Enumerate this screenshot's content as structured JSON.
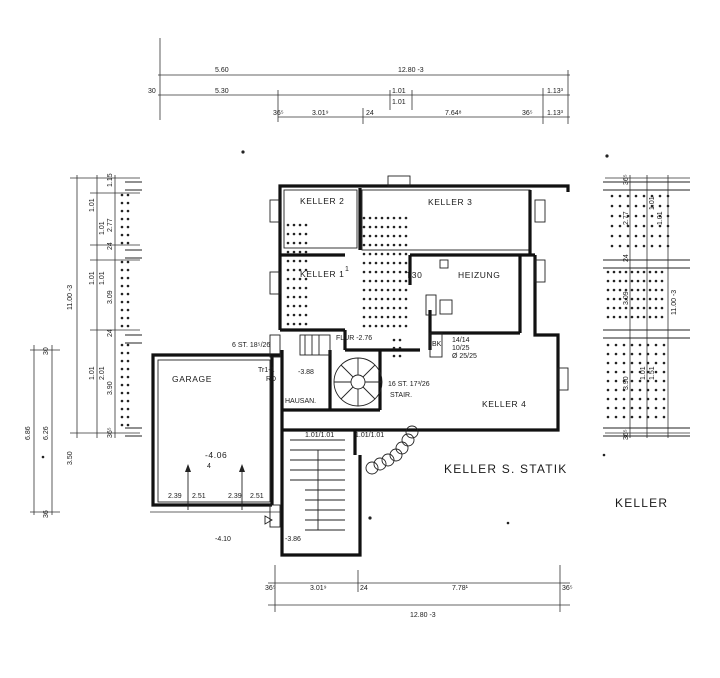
{
  "title": "KELLER S. STATIK",
  "side_label": "KELLER",
  "rooms": {
    "keller2": "KELLER 2",
    "keller3": "KELLER 3",
    "keller1": "KELLER 1",
    "heizung": "HEIZUNG",
    "keller4": "KELLER 4",
    "garage": "GARAGE",
    "flur": "FLUR -2.76",
    "hausan": "HAUSAN.",
    "t30": "T30",
    "stair_a": "6 ST. 18⁵/26",
    "stair_b": "16 ST. 17³/26",
    "stair_c": "STAIR.",
    "garage_level": "-4.06",
    "garage_level_sub": "4",
    "level_388": "-3.88",
    "level_386": "-3.86",
    "level_410": "-4.10",
    "chimney_1": "14/14",
    "chimney_2": "10/25",
    "chimney_3": "Ø 25/25",
    "bk": "BK",
    "door_1": "1.01/1.01",
    "door_2": "1.01/1.01",
    "rd": "RD",
    "mark": "Tr1-1",
    "mark2": "1"
  },
  "top_dims": {
    "r1_left": "5.60",
    "r1_right": "12.80 -3",
    "r2_30": "30",
    "r2_530": "5.30",
    "r2_101a": "1.01",
    "r2_101b": "1.01",
    "r2_113": "1.13³",
    "r3_365a": "36⁵",
    "r3_301": "3.01⁹",
    "r3_24": "24",
    "r3_764": "7.64⁸",
    "r3_365b": "36⁵",
    "r3_113": "1.13³"
  },
  "bottom_dims": {
    "b_365a": "36⁵",
    "b_301": "3.01⁹",
    "b_24": "24",
    "b_778": "7.78¹",
    "b_365b": "36⁵",
    "b_total": "12.80 -3",
    "g1": "2.39",
    "g2": "2.51",
    "g3": "2.39",
    "g4": "2.51"
  },
  "left_dims": {
    "l_115": "1.15",
    "l_101a": "1.01",
    "l_101b": "1.01",
    "l_277": "2.77",
    "l_24a": "24",
    "l_101c": "1.01",
    "l_101d": "1.01",
    "l_309": "3.09",
    "l_24b": "24",
    "l_201": "2.01",
    "l_390": "3.90",
    "l_365": "36⁵",
    "l_1100": "11.00 -3",
    "l_30": "30",
    "l_101e": "1.01",
    "l_626": "6.26",
    "l_686": "6.86",
    "l_350": "3.50",
    "l_36": "36"
  },
  "right_dims": {
    "r_365a": "36⁵",
    "r_101a": "1.01",
    "r_101b": "1.01",
    "r_277": "2.77",
    "r_24": "24",
    "r_309": "3.09",
    "r_1100": "11.00 -3",
    "r_101c": "1.01",
    "r_151": "1.51",
    "r_390": "3.90",
    "r_365b": "36⁵"
  }
}
